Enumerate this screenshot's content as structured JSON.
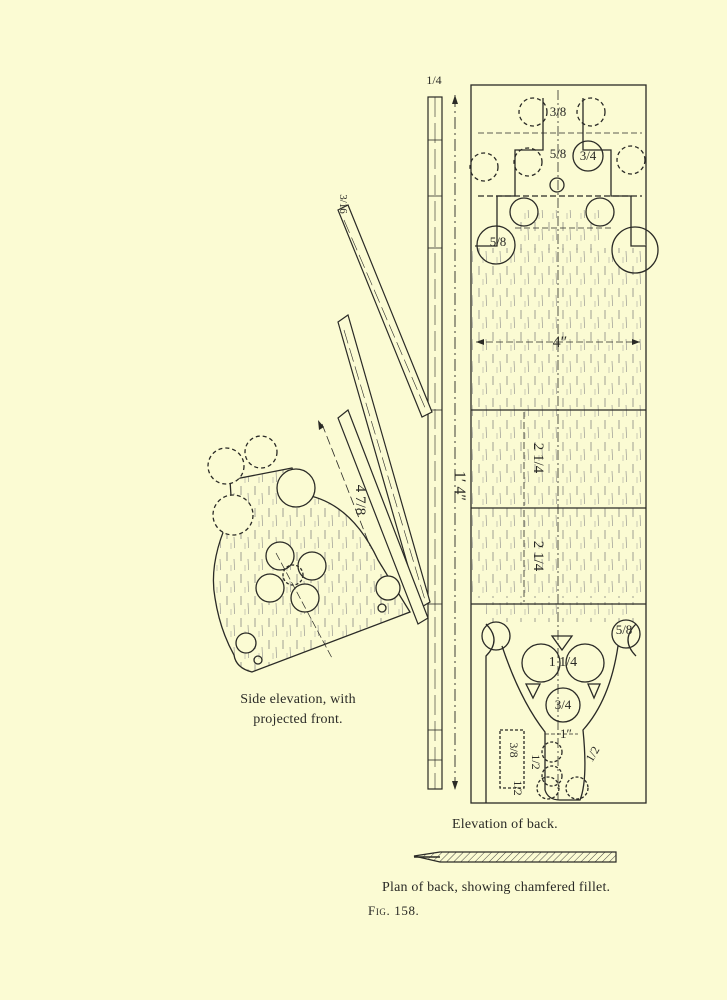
{
  "labels": {
    "side_elevation_line1": "Side elevation, with",
    "side_elevation_line2": "projected front.",
    "elevation_of_back": "Elevation of back.",
    "plan_of_back": "Plan of back, showing chamfered fillet.",
    "figure_prefix": "Fig.",
    "figure_number": "158."
  },
  "dimensions": {
    "overall_height": "1′ 4″",
    "width": "4″",
    "top_thickness": "1/4",
    "panel_1": "2 1/4",
    "panel_2": "2 1/4",
    "side_offset": "4 7/8",
    "side_small": "3/16",
    "top_hole": "3/8",
    "upper_hole_a": "5/8",
    "upper_hole_b": "3/4",
    "upper_side": "5/8",
    "lower_side": "5/8",
    "lower_pair": "1 1/4",
    "lower_center": "3/4",
    "lower_gap": "1″",
    "lower_slant": "1/2",
    "bottom_a": "3/8",
    "bottom_b": "1/2",
    "bottom_c": "1/2"
  },
  "colors": {
    "paper": "#fbfbd3",
    "ink": "#2a2a26"
  }
}
